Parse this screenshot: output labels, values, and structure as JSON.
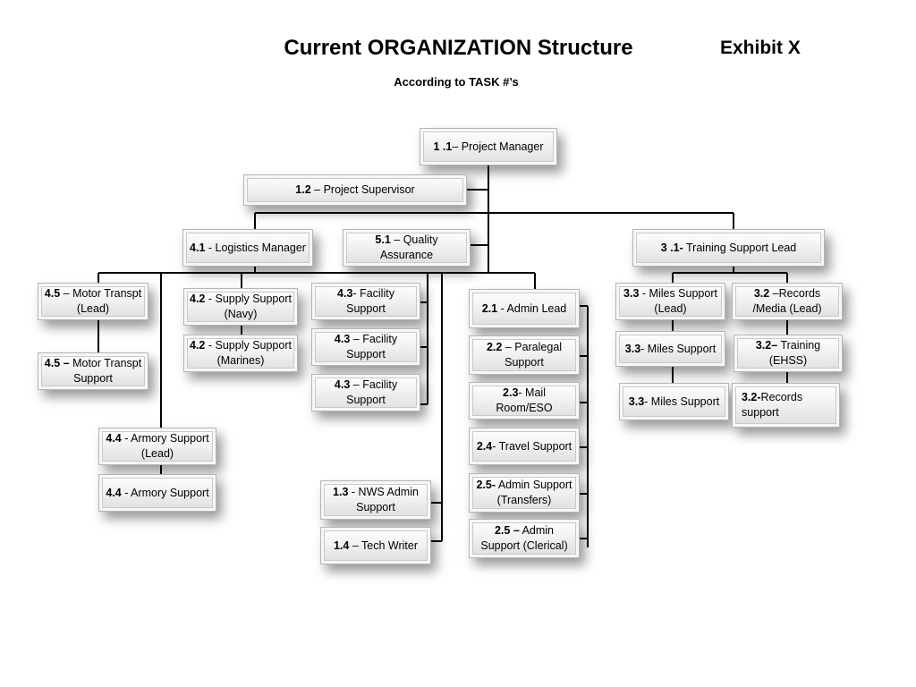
{
  "header": {
    "title": "Current ORGANIZATION Structure",
    "exhibit": "Exhibit X",
    "subtitle": "According to TASK #’s"
  },
  "nodes": {
    "pm": {
      "num": "1 .1",
      "sep": "– ",
      "label": "Project Manager"
    },
    "ps": {
      "num": "1.2",
      "sep": " – ",
      "label": "Project Supervisor"
    },
    "lm": {
      "num": "4.1",
      "sep": " - ",
      "label": "Logistics Manager"
    },
    "qa": {
      "num": "5.1",
      "sep": " – ",
      "label": "Quality Assurance"
    },
    "tsl": {
      "num": "3 .1-",
      "sep": " ",
      "label": "Training Support Lead"
    },
    "mt1": {
      "num": "4.5",
      "sep": " – ",
      "label": "Motor Transpt (Lead)"
    },
    "mt2": {
      "num": "4.5 –",
      "sep": " ",
      "label": "Motor Transpt Support"
    },
    "ss1": {
      "num": "4.2",
      "sep": " - ",
      "label": "Supply Support (Navy)"
    },
    "ss2": {
      "num": "4.2",
      "sep": " - ",
      "label": "Supply Support (Marines)"
    },
    "fs1": {
      "num": "4.3",
      "sep": "- ",
      "label": "Facility Support"
    },
    "fs2": {
      "num": "4.3",
      "sep": " – ",
      "label": "Facility Support"
    },
    "fs3": {
      "num": "4.3",
      "sep": " – ",
      "label": "Facility Support"
    },
    "as1": {
      "num": "4.4",
      "sep": " - ",
      "label": "Armory Support (Lead)"
    },
    "as2": {
      "num": "4.4",
      "sep": " - ",
      "label": "Armory Support"
    },
    "nws": {
      "num": "1.3",
      "sep": " - ",
      "label": "NWS Admin Support"
    },
    "tw": {
      "num": "1.4",
      "sep": " – ",
      "label": "Tech Writer"
    },
    "al": {
      "num": "2.1",
      "sep": " - ",
      "label": "Admin Lead"
    },
    "pl": {
      "num": "2.2",
      "sep": " – ",
      "label": "Paralegal Support"
    },
    "mr": {
      "num": "2.3",
      "sep": "- ",
      "label": "Mail Room/ESO"
    },
    "tr": {
      "num": "2.4",
      "sep": "- ",
      "label": "Travel Support"
    },
    "at": {
      "num": "2.5-",
      "sep": " ",
      "label": "Admin Support (Transfers)"
    },
    "ac": {
      "num": "2.5 –",
      "sep": " ",
      "label": "Admin Support (Clerical)"
    },
    "ms1": {
      "num": "3.3",
      "sep": " - ",
      "label": "Miles Support (Lead)"
    },
    "ms2": {
      "num": "3.3",
      "sep": "- ",
      "label": "Miles Support"
    },
    "ms3": {
      "num": "3.3",
      "sep": "- ",
      "label": "Miles Support"
    },
    "rm": {
      "num": "3.2",
      "sep": " –",
      "label": "Records /Media (Lead)"
    },
    "te": {
      "num": "3.2–",
      "sep": " ",
      "label": "Training (EHSS)"
    },
    "rs": {
      "num": "3.2-",
      "sep": "",
      "label": "Records support"
    }
  }
}
